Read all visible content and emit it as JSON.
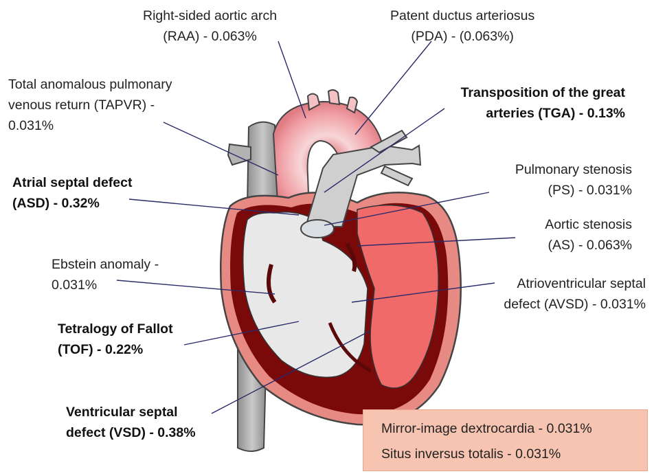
{
  "labels": {
    "raa": [
      "Right-sided aortic arch",
      "(RAA) - 0.063%"
    ],
    "pda": [
      "Patent ductus arteriosus",
      "(PDA) - (0.063%)"
    ],
    "tapvr": [
      "Total anomalous pulmonary",
      "venous return (TAPVR) -",
      "0.031%"
    ],
    "tga": [
      "Transposition of the great",
      "arteries (TGA) - 0.13%"
    ],
    "asd": [
      "Atrial septal defect",
      "(ASD) - 0.32%"
    ],
    "ps": [
      "Pulmonary stenosis",
      "(PS) - 0.031%"
    ],
    "as": [
      "Aortic stenosis",
      "(AS) - 0.063%"
    ],
    "ebstein": [
      "Ebstein anomaly -",
      "0.031%"
    ],
    "avsd": [
      "Atrioventricular septal",
      "defect (AVSD) - 0.031%"
    ],
    "tof": [
      "Tetralogy of Fallot",
      "(TOF) - 0.22%"
    ],
    "vsd": [
      "Ventricular septal",
      "defect (VSD) - 0.38%"
    ]
  },
  "notes": [
    "Mirror-image dextrocardia - 0.031%",
    "Situs inversus totalis - 0.031%"
  ],
  "colors": {
    "heart_outer": "#e88a84",
    "heart_dark": "#7a0a0a",
    "chamber_left": "#f06a6a",
    "chamber_right": "#e8e8e8",
    "vessel_gray": "#a9a9a9",
    "aorta_pink": "#f3a5a7",
    "leader_line": "#2a2a6a",
    "note_box": "#f7c4b1"
  }
}
